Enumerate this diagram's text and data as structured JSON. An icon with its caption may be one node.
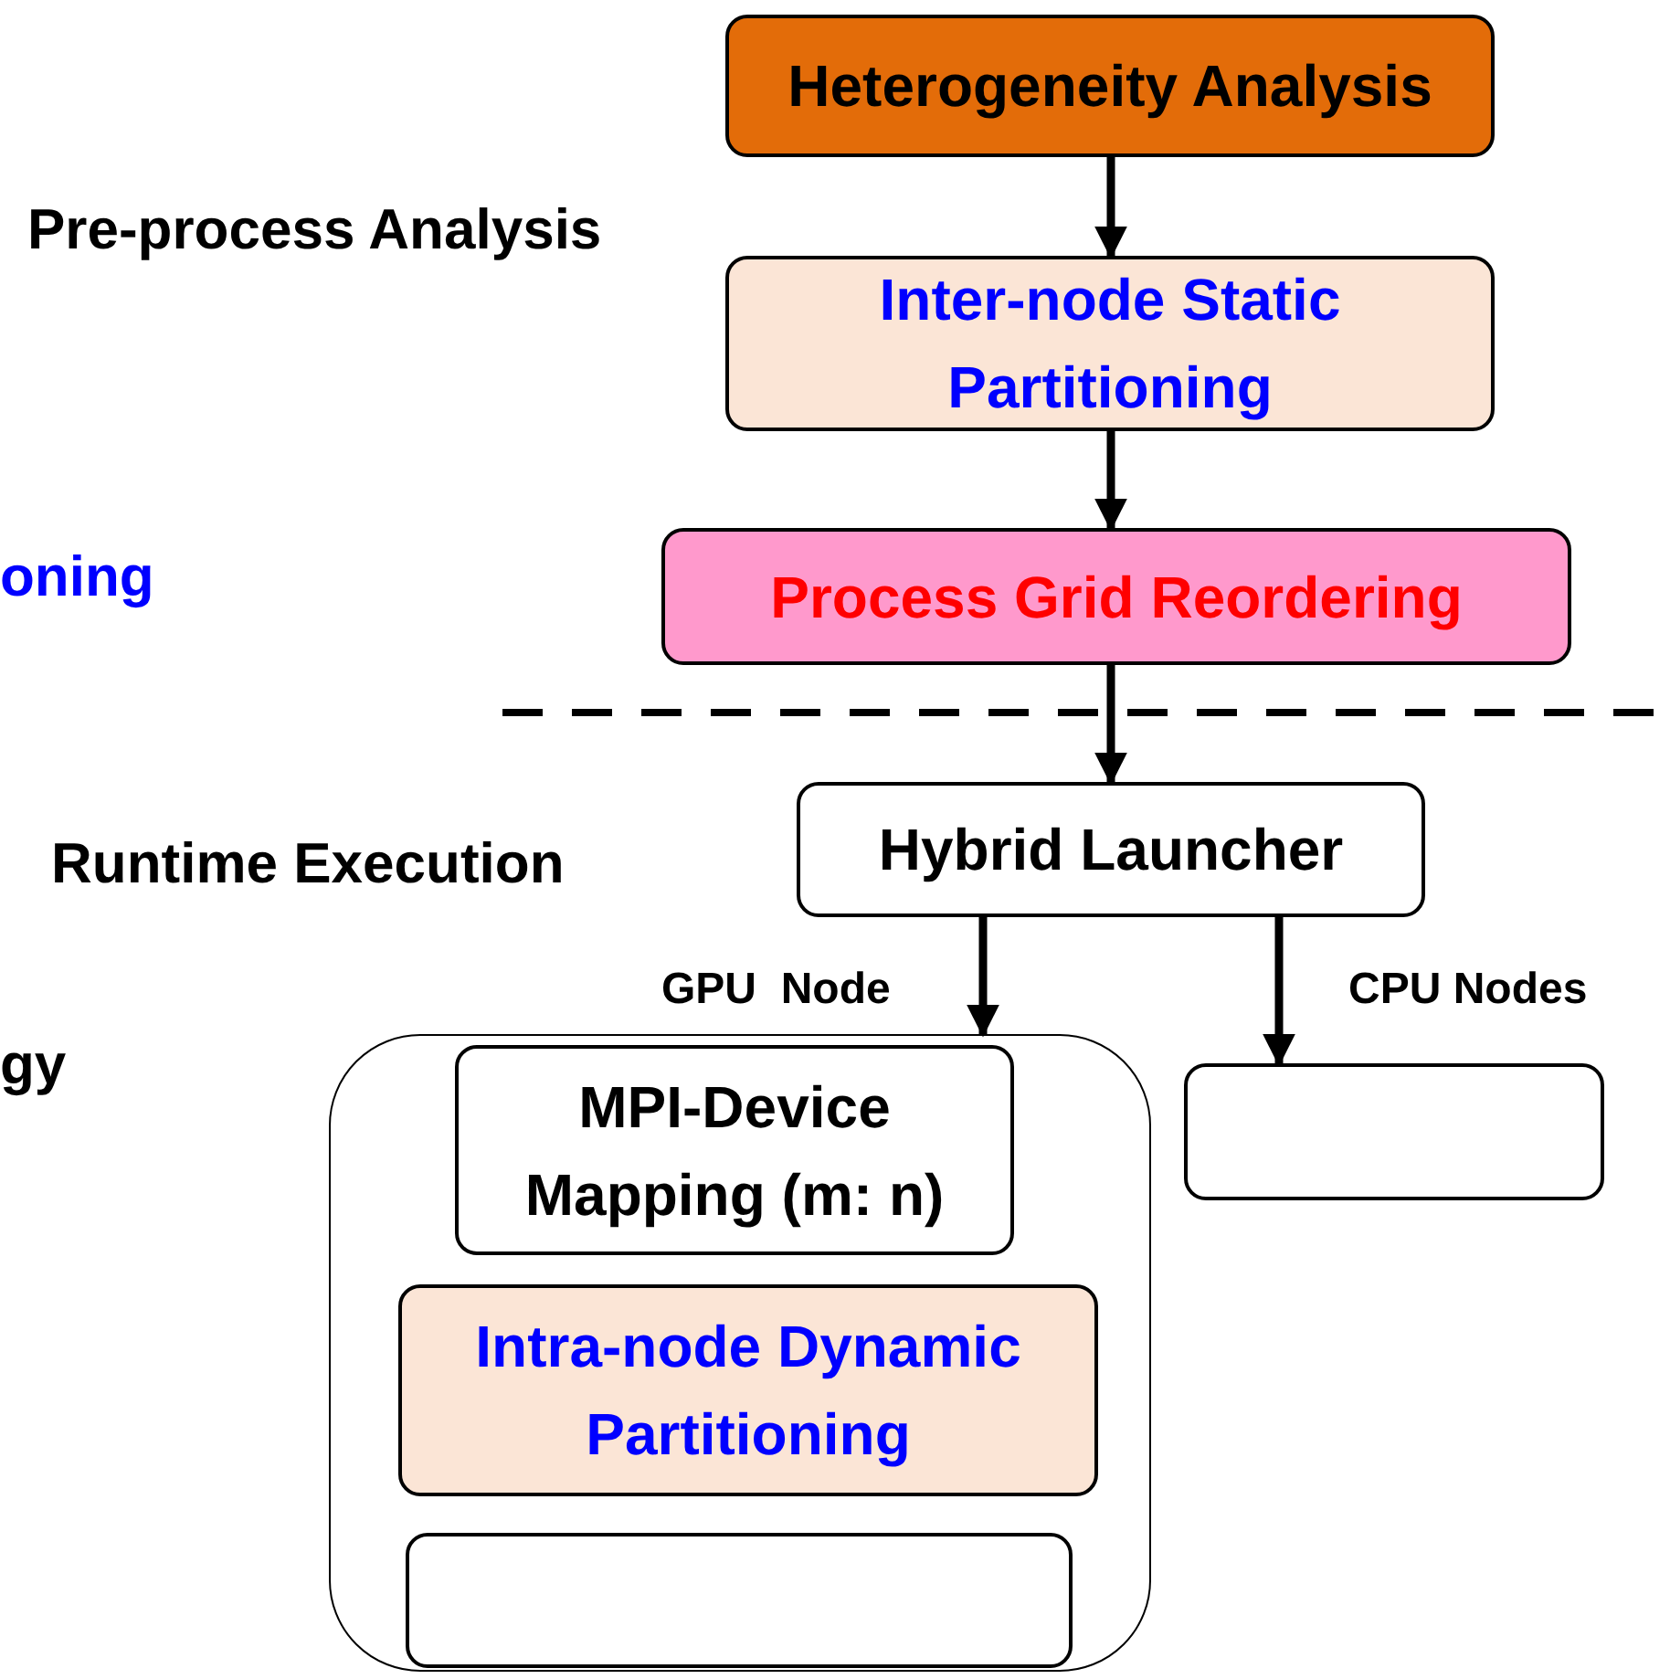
{
  "diagram": {
    "nodes": [
      {
        "text": [
          "Heterogeneity Analysis"
        ]
      },
      {
        "text": [
          "Inter-node Static Partitioning"
        ]
      },
      {
        "text": [
          "Process Grid Reordering"
        ]
      },
      {
        "text": [
          "Hybrid Launcher"
        ]
      },
      {
        "text": [],
        "shape": "box"
      },
      {
        "text": [
          "MPI-Device Mapping (m: n)"
        ],
        "in": 4
      },
      {
        "text": [
          "Intra-node Dynamic Partitioning"
        ],
        "in": 4
      },
      {
        "text": [],
        "shape": "box",
        "in": 4
      },
      {
        "text": [],
        "shape": "box"
      }
    ],
    "edges": [
      {
        "from": 0,
        "to": 1,
        "arrow": "to"
      },
      {
        "from": 1,
        "to": 2,
        "arrow": "to"
      },
      {
        "from": 2,
        "to": 3,
        "arrow": "to"
      },
      {
        "from": 3,
        "to": 4,
        "arrow": "to",
        "label": "GPU  Node"
      },
      {
        "from": 3,
        "to": 8,
        "arrow": "to",
        "label": "CPU Nodes"
      }
    ],
    "labels": [
      "Pre-process Analysis",
      "oning",
      "Runtime Execution",
      "gy"
    ]
  }
}
